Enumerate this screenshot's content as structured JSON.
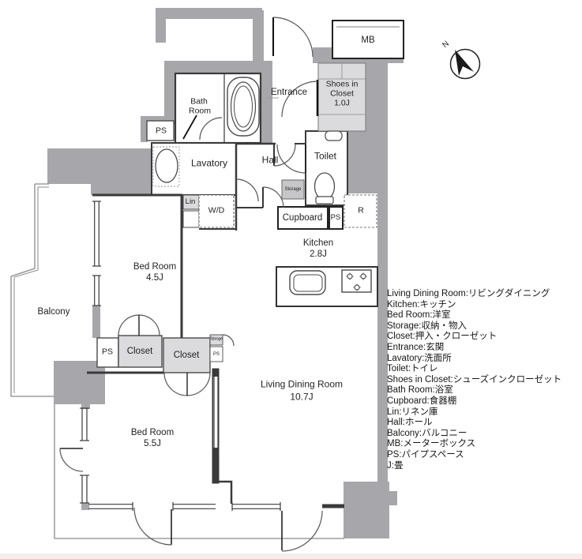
{
  "plan": {
    "compass_label": "N",
    "rooms": {
      "bath": {
        "line1": "Bath",
        "line2": "Room"
      },
      "ps_top": "PS",
      "entrance": "Entrance",
      "shoes": {
        "line1": "Shoes in",
        "line2": "Closet",
        "line3": "1.0J"
      },
      "mb": "MB",
      "lavatory": "Lavatory",
      "hall": "Hall",
      "toilet": "Toilet",
      "storage": "Storage",
      "lin": "Lin",
      "wd": "W/D",
      "cupboard": "Cupboard",
      "ps_kitchen": "PS",
      "r": "R",
      "kitchen": {
        "name": "Kitchen",
        "size": "2.8J"
      },
      "bed1": {
        "name": "Bed Room",
        "size": "4.5J"
      },
      "balcony": "Balcony",
      "ps_closet": "PS",
      "closet1": "Closet",
      "closet2": "Closet",
      "storage_tiny": "Storage",
      "ps_tiny": "PS",
      "ldr": {
        "name": "Living Dining Room",
        "size": "10.7J"
      },
      "bed2": {
        "name": "Bed Room",
        "size": "5.5J"
      }
    },
    "legend": {
      "items": [
        "Living Dining Room:リビングダイニング",
        "Kitchen:キッチン",
        "Bed Room:洋室",
        "Storage:収納・物入",
        "Closet:押入・クローゼット",
        "Entrance:玄関",
        "Lavatory:洗面所",
        "Toilet:トイレ",
        "Shoes in Closet:シューズインクローゼット",
        "Bath Room:浴室",
        "Cupboard:食器棚",
        "Lin:リネン庫",
        "Hall:ホール",
        "Balcony:バルコニー",
        "MB:メーターボックス",
        "PS:パイプスペース",
        "J:畳"
      ]
    },
    "colors": {
      "wall": "#a7a7ab",
      "closet_fill": "#dbdbde",
      "storage_fill": "#c6c6c9",
      "line": "#3a3a3a"
    }
  }
}
